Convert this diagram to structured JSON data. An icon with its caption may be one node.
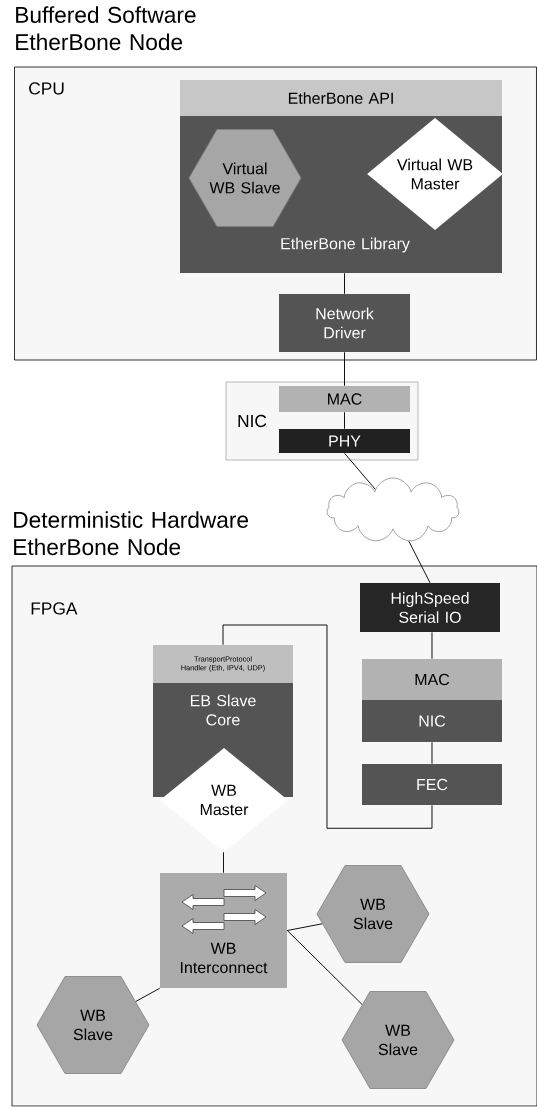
{
  "diagram": {
    "nodes": [
      {
        "text": [
          "Buffered Software EtherBone Node",
          "CPU"
        ]
      },
      {
        "text": [
          "EtherBone API"
        ],
        "in": 0
      },
      {
        "text": [
          "EtherBone Library"
        ],
        "in": 0
      },
      {
        "text": [
          "Virtual WB Slave"
        ],
        "in": 2
      },
      {
        "text": [
          "Virtual WB Master"
        ],
        "in": 2
      },
      {
        "text": [
          "Network Driver"
        ],
        "in": 0
      },
      {
        "text": [
          "NIC"
        ]
      },
      {
        "text": [
          "MAC"
        ],
        "in": 6
      },
      {
        "text": [
          "PHY"
        ],
        "in": 6
      },
      {
        "text": [],
        "shape": "cloud"
      },
      {
        "text": [
          "Deterministic Hardware EtherBone Node",
          "FPGA"
        ]
      },
      {
        "text": [
          "HighSpeed Serial IO"
        ],
        "in": 10
      },
      {
        "text": [
          "MAC"
        ],
        "in": 10
      },
      {
        "text": [
          "NIC"
        ],
        "in": 10
      },
      {
        "text": [
          "FEC"
        ],
        "in": 10
      },
      {
        "text": [
          "TransportProtocol Handler (Eth, IPV4, UDP)"
        ],
        "in": 10
      },
      {
        "text": [
          "EB Slave Core"
        ],
        "in": 10
      },
      {
        "text": [
          "WB Master"
        ],
        "in": 10
      },
      {
        "text": [
          "WB Interconnect"
        ],
        "in": 10
      },
      {
        "text": [
          "WB Slave"
        ],
        "in": 10
      },
      {
        "text": [
          "WB Slave"
        ],
        "in": 10
      },
      {
        "text": [
          "WB Slave"
        ],
        "in": 10
      }
    ],
    "edges": [
      {
        "from": 2,
        "to": 5,
        "arrow": "none"
      },
      {
        "from": 5,
        "to": 7,
        "arrow": "none"
      },
      {
        "from": 7,
        "to": 8,
        "arrow": "none"
      },
      {
        "from": 8,
        "to": 9,
        "arrow": "none"
      },
      {
        "from": 9,
        "to": 11,
        "arrow": "none"
      },
      {
        "from": 11,
        "to": 12,
        "arrow": "none"
      },
      {
        "from": 13,
        "to": 14,
        "arrow": "none"
      },
      {
        "from": 14,
        "to": 15,
        "arrow": "none"
      },
      {
        "from": 17,
        "to": 18,
        "arrow": "none"
      },
      {
        "from": 18,
        "to": 19,
        "arrow": "none"
      },
      {
        "from": 18,
        "to": 21,
        "arrow": "none"
      },
      {
        "from": 18,
        "to": 20,
        "arrow": "none"
      }
    ]
  }
}
